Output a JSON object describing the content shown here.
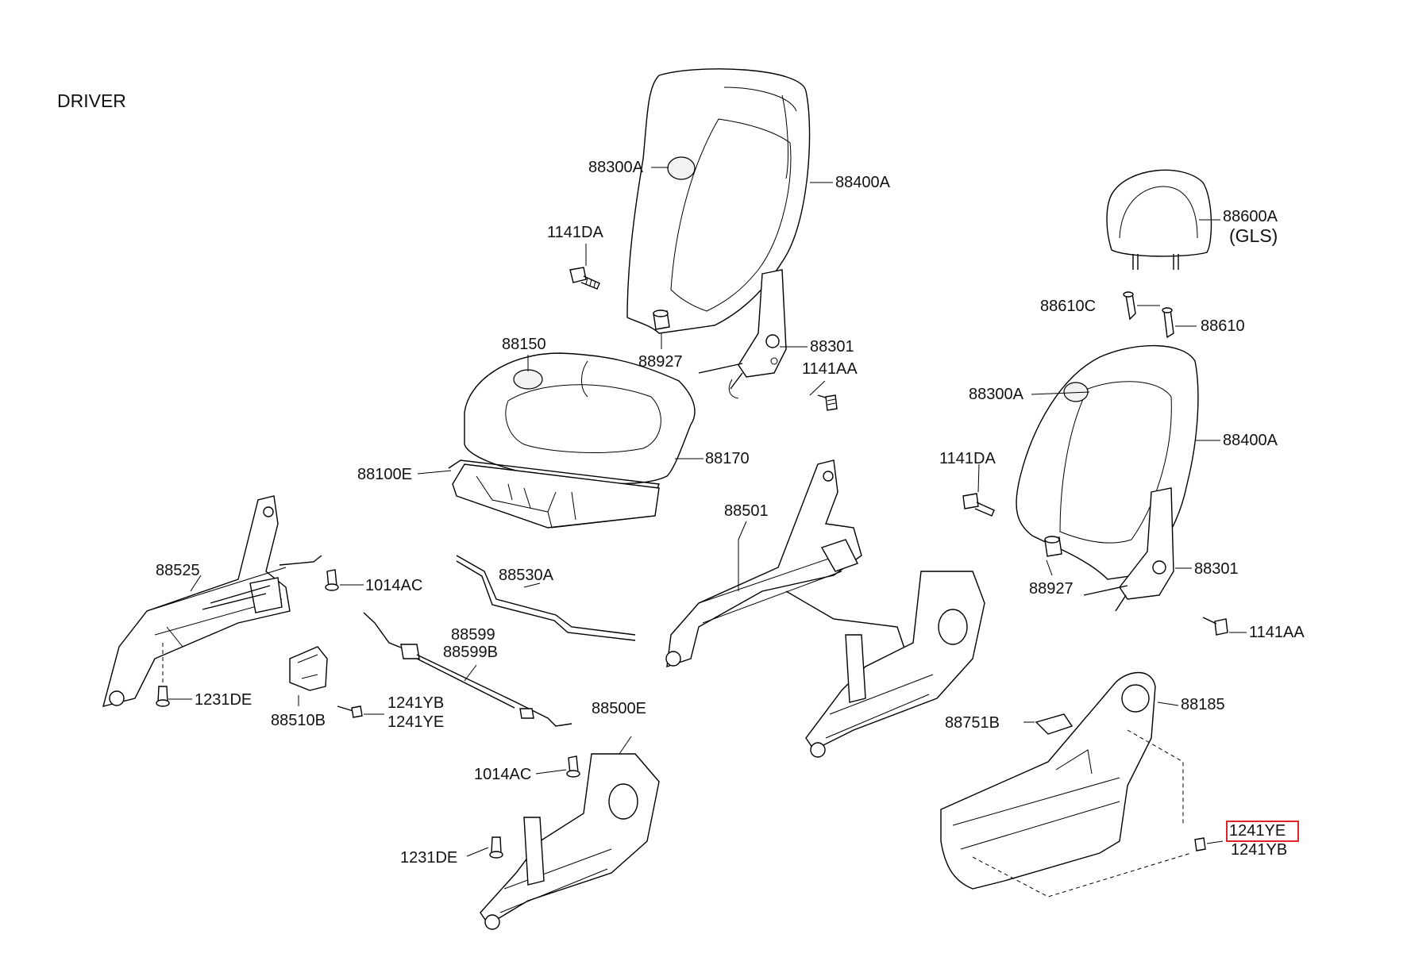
{
  "header": {
    "title": "DRIVER"
  },
  "labels": {
    "p88300A_top": "88300A",
    "p88400A_top": "88400A",
    "p1141DA_top": "1141DA",
    "p88927_top": "88927",
    "p88301_top": "88301",
    "p1141AA_top": "1141AA",
    "p88150": "88150",
    "p88170": "88170",
    "p88100E": "88100E",
    "p88600A": "88600A",
    "pGLS": "(GLS)",
    "p88610C": "88610C",
    "p88610": "88610",
    "p88300A_right": "88300A",
    "p88400A_right": "88400A",
    "p1141DA_right": "1141DA",
    "p88927_right": "88927",
    "p88301_right": "88301",
    "p1141AA_right": "1141AA",
    "p88525": "88525",
    "p1014AC_left": "1014AC",
    "p1231DE_left": "1231DE",
    "p88530A": "88530A",
    "p88599": "88599",
    "p88599B": "88599B",
    "p88510B": "88510B",
    "p1241YB_left": "1241YB",
    "p1241YE_left": "1241YE",
    "p88501": "88501",
    "p88500E": "88500E",
    "p1014AC_mid": "1014AC",
    "p1231DE_mid": "1231DE",
    "p88751B": "88751B",
    "p88185": "88185",
    "p1241YE_right": "1241YE",
    "p1241YB_right": "1241YB"
  },
  "highlight": {
    "part": "1241YE",
    "color": "#e0242a"
  }
}
